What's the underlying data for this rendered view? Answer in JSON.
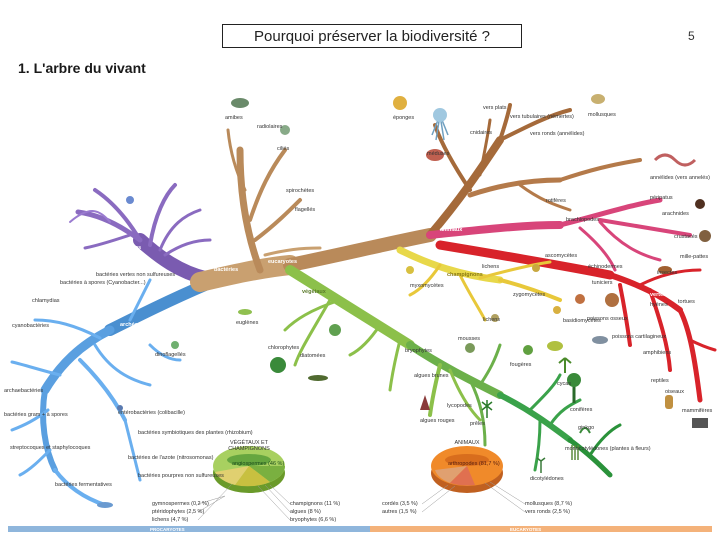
{
  "title": "Pourquoi préserver la biodiversité ?",
  "page_number": "5",
  "section": "1. L'arbre du vivant",
  "labels": {
    "amibes": "amibes",
    "radiolaires": "radiolaires",
    "cilies": "ciliés",
    "eponges": "éponges",
    "vers_plats": "vers plats",
    "vers_tubes": "vers tubulaires (némertes)",
    "cnidaires": "cnidaires",
    "meduses": "méduses",
    "vers_ronds": "vers ronds (annélides)",
    "mollusques": "mollusques",
    "spirochetes": "spirochètes",
    "flagelles": "flagellés",
    "annelides": "annélides (vers annelés)",
    "rotiferes": "rotifères",
    "brachiopodes": "brachiopodes",
    "peripatus": "péripatus",
    "arachnides": "arachnides",
    "crustaces": "crustacés",
    "mille_pattes": "mille-pattes",
    "insectes": "insectes",
    "tuniciers": "tuniciers",
    "hyenes": "hyènes",
    "tortues": "tortues",
    "bacteries_vertes": "bactéries vertes non sulfureuses",
    "bacteries_spores": "bactéries à spores (Cyanobacter...)",
    "chlamydia": "chlamydias",
    "cyanobacteries": "cyanobactéries",
    "euglenes": "euglènes",
    "chlorophytes": "chlorophytes",
    "diatomees": "diatomées",
    "dinoflagelles": "dinoflagellés",
    "mousses": "mousses",
    "lichens": "lichens",
    "fougeres": "fougères",
    "algues_brunes": "algues brunes",
    "algues_rouges": "algues rouges",
    "lycopodes": "lycopodes",
    "preles": "prêles",
    "cycas": "cycas",
    "conifers": "conifères",
    "ginkgo": "ginkgo",
    "angiospermes": "angiospermes",
    "myxomycetes": "myxomycètes",
    "zygomycetes": "zygomycètes",
    "ascomycetes": "ascomycètes",
    "basidiomycetes": "basidiomycètes",
    "lichens2": "lichens",
    "archaebacteries": "archaebactéries",
    "bacteries_gram": "bactéries gram + à spores",
    "streptocoques": "streptocoques et staphylocoques",
    "bacteries_fermentation": "bactéries fermentatives",
    "enterobacteries": "entérobactéries (colibacille)",
    "bacteries_symb": "bactéries symbiotiques des plantes (rhizobium)",
    "bacteries_azote": "bactéries de l'azote (nitrosomonas)",
    "bacteries_pourpres": "bactéries pourpres non sulfureuses",
    "reptiles": "reptiles",
    "oiseaux": "oiseaux",
    "mammiferes": "mammifères",
    "amphibiens": "amphibiens",
    "poissons": "poissons cartilagineux",
    "poissons_osseux": "poissons osseux",
    "dicotyledones": "dicotylédones",
    "monocotyledones": "monocotylédones (plantes à fleurs)",
    "echinodermes": "échinodermes",
    "bryophytes_lbl": "bryophytes"
  },
  "branches": {
    "bacteries": "bactéries",
    "eucaryotes": "eucaryotes",
    "vegetaux": "végétaux",
    "animaux": "animaux",
    "champignons": "champignons",
    "vertebres": "vertébrés",
    "archees": "archées",
    "protistes": "protistes"
  },
  "pies": {
    "left_title": "VÉGÉTAUX ET CHAMPIGNONS",
    "right_title": "ANIMAUX",
    "left_center": "angiospermes (46 %)",
    "right_center": "arthropodes (81,7 %)",
    "left_legend": [
      "gymnospermes (0,2 %)",
      "ptéridophytes (2,5 %)",
      "lichens (4,7 %)",
      "champignons (11 %)",
      "algues (8 %)",
      "bryophytes (6,6 %)"
    ],
    "right_legend": [
      "cordés (3,5 %)",
      "autres (1,5 %)",
      "mollusques (8,7 %)",
      "vers ronds (2,5 %)"
    ]
  },
  "bands": {
    "left": "PROCARYOTES",
    "right": "EUCARYOTES"
  },
  "colors": {
    "bacteria": "#7a5bb0",
    "archaea": "#4a8fd0",
    "eukaryote_trunk": "#b98a5a",
    "animals_brown": "#a56a3a",
    "animals_pink": "#d8457a",
    "animals_red": "#d8232a",
    "plants_green": "#8cc04a",
    "plants_dark": "#3aa24a",
    "fungi_yellow": "#e8d84a",
    "orange": "#f08a2a"
  }
}
